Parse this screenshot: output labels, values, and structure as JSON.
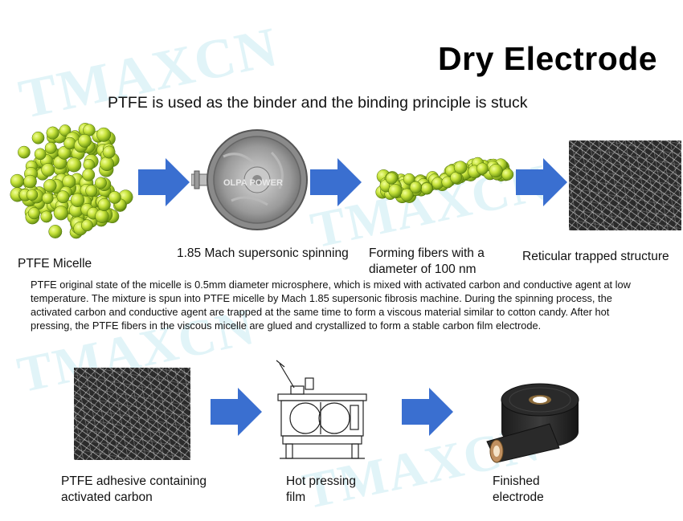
{
  "watermark": "TMAXCN",
  "title": "Dry Electrode",
  "subtitle": "PTFE is used as the binder and the binding principle is stuck",
  "spin_machine_logo": "OLPA POWER",
  "top_steps": [
    {
      "label": "PTFE Micelle",
      "icon": "micelle-cluster-image"
    },
    {
      "label": "1.85 Mach supersonic spinning",
      "icon": "spinning-machine-image"
    },
    {
      "label": "Forming fibers with a diameter of 100 nm",
      "icon": "fiber-chain-image"
    },
    {
      "label": "Reticular trapped structure",
      "icon": "reticular-sem-image"
    }
  ],
  "description": "PTFE original state of the micelle is 0.5mm diameter microsphere, which is mixed with activated carbon and conductive agent at low temperature. The mixture is spun into PTFE micelle by Mach 1.85 supersonic fibrosis machine. During the spinning process, the activated carbon and conductive agent are trapped at the same time to form a viscous material similar to cotton candy. After hot pressing, the PTFE fibers in the viscous micelle are glued and crystallized to form a stable carbon film electrode.",
  "bottom_steps": [
    {
      "label": "PTFE adhesive containing activated carbon",
      "icon": "adhesive-sem-image"
    },
    {
      "label": "Hot pressing film",
      "icon": "hot-press-machine-image"
    },
    {
      "label": "Finished electrode",
      "icon": "electrode-roll-image"
    }
  ],
  "colors": {
    "arrow": "#3a6fd0",
    "ball_light": "#d9f060",
    "ball_dark": "#6e9a12",
    "watermark": "#78cde1"
  }
}
